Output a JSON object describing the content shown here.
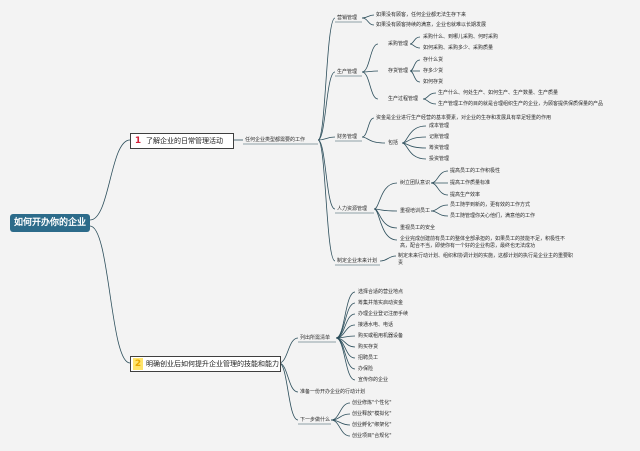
{
  "root": "如何开办你的企业",
  "main1": {
    "num": "1",
    "label": "了解企业的日常管理活动",
    "sub": "任何企业类型都需要的工作"
  },
  "main2": {
    "num": "2",
    "label": "明确创业后如何提升企业管理的技能和能力"
  },
  "b1": {
    "yingxiao": "营销管理",
    "yx1": "如果没有顾客，任何企业都无法生存下来",
    "yx2": "如果没有顾客持续的满意，企业也就难以长期发展",
    "shengchan": "生产管理",
    "caigou": "采购管理",
    "cg1": "采购什么、到哪儿采购、何时采购",
    "cg2": "如何采购、采购多少、采购质量",
    "cunhuo": "存货管理",
    "ch1": "存什么货",
    "ch2": "存多少货",
    "ch3": "如何存货",
    "guocheng": "生产过程管理",
    "gc1": "生产什么、何处生产、如何生产、生产数量、生产质量",
    "gc2": "生产管理工作的目的就是合理组织生产的企业，为顾客提供保质保量的产品",
    "caiwu": "财务管理",
    "cw1": "资金是企业进行生产经营的基本要素，对企业的生存和发展具有举足轻重的作用",
    "baokuo": "包括",
    "bk1": "成本管理",
    "bk2": "记账管理",
    "bk3": "筹资管理",
    "bk4": "投资管理",
    "renli": "人力资源管理",
    "tuandui": "树立团队意识",
    "td1": "提高员工的工作积极性",
    "td2": "提高工作质量标准",
    "td3": "提高生产效率",
    "peixun": "重视培训员工",
    "px1": "员工随学到新的，更有效的工作方式",
    "px2": "员工随管理你关心他们，满意他的工作",
    "anquan": "重视员工的安全",
    "rl_note1": "企业完成创建前有员工的整体全部承担的，如果员工的技能不足，积极性不",
    "rl_note2": "高，配合不当，即使你有一个好的企业构思，最终也无法成功",
    "jihua": "制定企业未来计划",
    "jh1": "制定未来行动计划、组织和协调计划的实施，这都计划的执行是企业主的重要职",
    "jh2": "责"
  },
  "b2": {
    "qingdan": "列出所需清单",
    "q1": "选择合适的营业地点",
    "q2": "筹集并落实启动资金",
    "q3": "办理企业登记注册手续",
    "q4": "接通水电、电话",
    "q5": "购买或租用机器设备",
    "q6": "购买存货",
    "q7": "招聘员工",
    "q8": "办保险",
    "q9": "宣传你的企业",
    "zhunbei": "准备一份开办企业的行动计划",
    "xiayibu": "下一步做什么",
    "x1": "创业修炼\"个性化\"",
    "x2": "创业释放\"模拟化\"",
    "x3": "创业孵化\"绑架化\"",
    "x4": "创业项目\"合规化\""
  },
  "colors": {
    "root": "#2c6b8a",
    "line": "#2d4f5c",
    "accent1": "#d3213a",
    "accent2": "#ffe46b"
  }
}
